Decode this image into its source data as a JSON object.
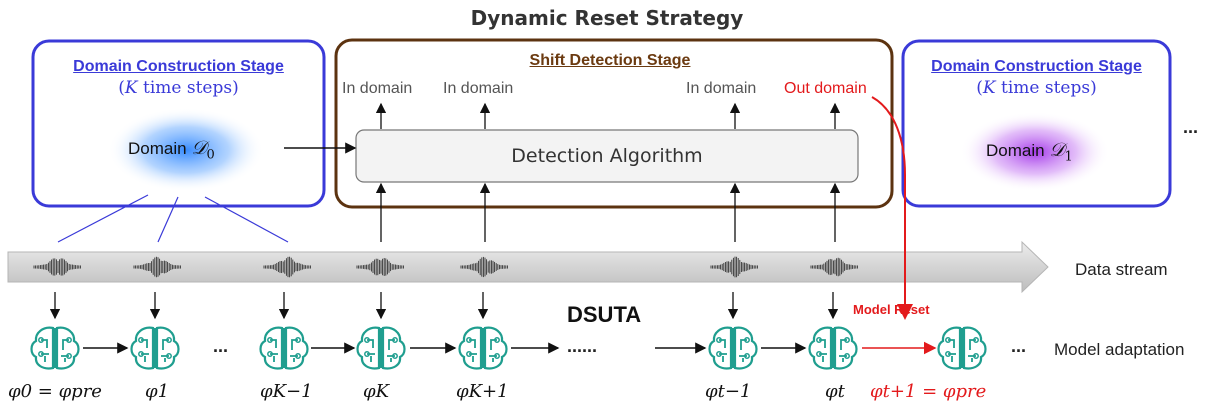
{
  "title": "Dynamic Reset Strategy",
  "stages": {
    "left": {
      "title": "Domain Construction Stage",
      "subtitle_prefix": "(",
      "subtitle_var": "K",
      "subtitle_suffix": " time steps)",
      "domain_label": "Domain ",
      "domain_symbol": "𝒟",
      "domain_sub": "0"
    },
    "middle": {
      "title": "Shift Detection Stage",
      "algorithm": "Detection Algorithm",
      "outputs": [
        "In domain",
        "In domain",
        "In domain",
        "Out domain"
      ]
    },
    "right": {
      "title": "Domain Construction Stage",
      "subtitle_prefix": "(",
      "subtitle_var": "K",
      "subtitle_suffix": " time steps)",
      "domain_label": "Domain ",
      "domain_symbol": "𝒟",
      "domain_sub": "1"
    }
  },
  "ellipsis": {
    "right_top": "...",
    "model_a": "...",
    "model_mid": "......",
    "model_end": "..."
  },
  "center_label": "DSUTA",
  "reset_label": "Model Reset",
  "row_labels": {
    "stream": "Data stream",
    "adaptation": "Model adaptation"
  },
  "models": [
    {
      "label": "φ0 = φpre"
    },
    {
      "label": "φ1"
    },
    {
      "label": "φK−1"
    },
    {
      "label": "φK"
    },
    {
      "label": "φK+1"
    },
    {
      "label": "φt−1"
    },
    {
      "label": "φt"
    },
    {
      "label": "φt+1 = φpre"
    }
  ],
  "colors": {
    "blue_box": "#3a3ad8",
    "brown_box": "#5c3310",
    "red": "#e31a1c",
    "teal": "#1f9e8f",
    "stream": "#cfcfcf"
  }
}
